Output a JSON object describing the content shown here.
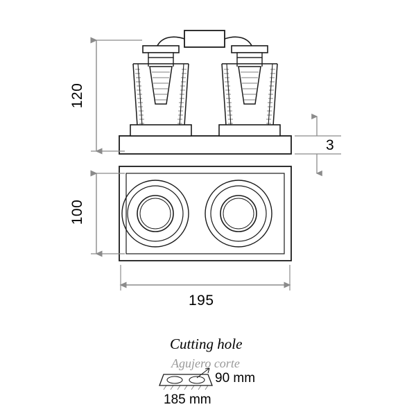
{
  "diagram": {
    "title_hidden": "Recessed двойной downlight technical drawing",
    "dimensions": {
      "height_120": "120",
      "depth_3": "3",
      "width_100": "100",
      "length_195": "195"
    },
    "cutting": {
      "title_en": "Cutting hole",
      "title_es": "Agujero corte",
      "hole_diameter": "90 mm",
      "hole_spacing": "185 mm"
    }
  }
}
